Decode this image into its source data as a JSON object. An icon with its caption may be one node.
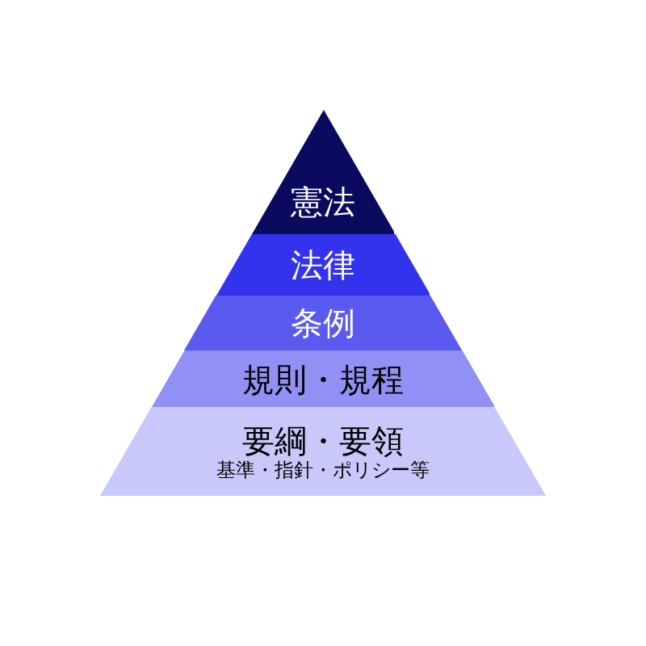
{
  "diagram": {
    "nodes": [
      {
        "text": [
          "憲法"
        ]
      },
      {
        "text": [
          "法律"
        ]
      },
      {
        "text": [
          "条例"
        ]
      },
      {
        "text": [
          "規則・規程"
        ]
      },
      {
        "text": [
          "要綱・要領",
          "基準・指針・ポリシー等"
        ]
      }
    ]
  }
}
